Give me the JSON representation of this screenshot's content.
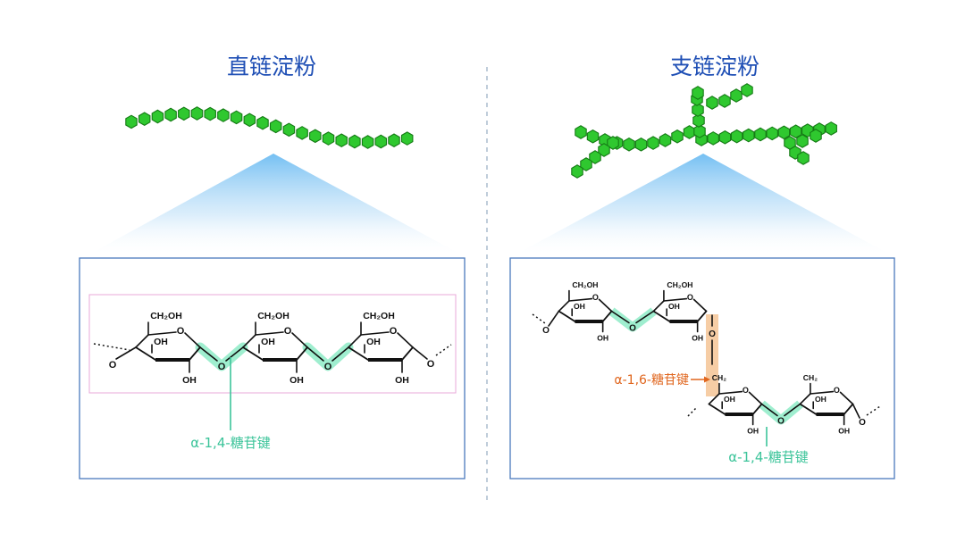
{
  "left_panel": {
    "title": "直链淀粉",
    "bond_label": "α-1,4-糖苷键",
    "units": [
      {
        "ch2oh": "CH₂OH",
        "oh3": "OH",
        "oh2": "OH"
      },
      {
        "ch2oh": "CH₂OH",
        "oh3": "OH",
        "oh2": "OH"
      },
      {
        "ch2oh": "CH₂OH",
        "oh3": "OH",
        "oh2": "OH"
      }
    ],
    "link_o": "O",
    "ring_o": "O"
  },
  "right_panel": {
    "title": "支链淀粉",
    "bond_label_16": "α-1,6-糖苷键",
    "bond_label_14": "α-1,4-糖苷键",
    "top_units": [
      {
        "ch2oh": "CH₂OH",
        "oh3": "OH",
        "oh2": "OH"
      },
      {
        "ch2oh": "CH₂OH",
        "oh3": "OH",
        "oh2": "OH"
      }
    ],
    "bottom_units": [
      {
        "ch2": "CH₂",
        "oh3": "OH",
        "oh2": "OH"
      },
      {
        "ch2": "CH₂",
        "oh3": "OH",
        "oh2": "OH"
      }
    ],
    "link_o": "O",
    "ring_o": "O"
  },
  "colors": {
    "title": "#1f4fb5",
    "hexagon_fill": "#2fc82f",
    "hexagon_stroke": "#157a15",
    "frame": "#4a79bd",
    "highlight_14": "#7fe8bf",
    "label_14": "#3cc49a",
    "highlight_16": "#f4c08e",
    "label_16": "#e0661e",
    "divider": "#9fb2c6",
    "beam": "#7fc4f2"
  }
}
